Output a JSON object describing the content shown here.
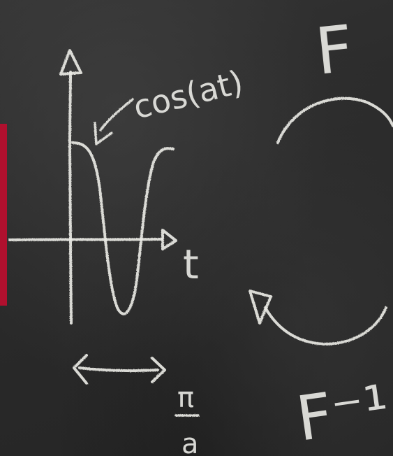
{
  "scene": {
    "medium": "chalkboard",
    "accent_color": "#b0102e",
    "chalk_color": "#e9e9e4",
    "board_color": "#2a2a2a"
  },
  "annotations": {
    "function_label": "cos(at)",
    "axis_label": "t",
    "forward_transform": "F",
    "inverse_transform": "F⁻¹",
    "period_numerator": "π",
    "period_denominator": "a"
  }
}
